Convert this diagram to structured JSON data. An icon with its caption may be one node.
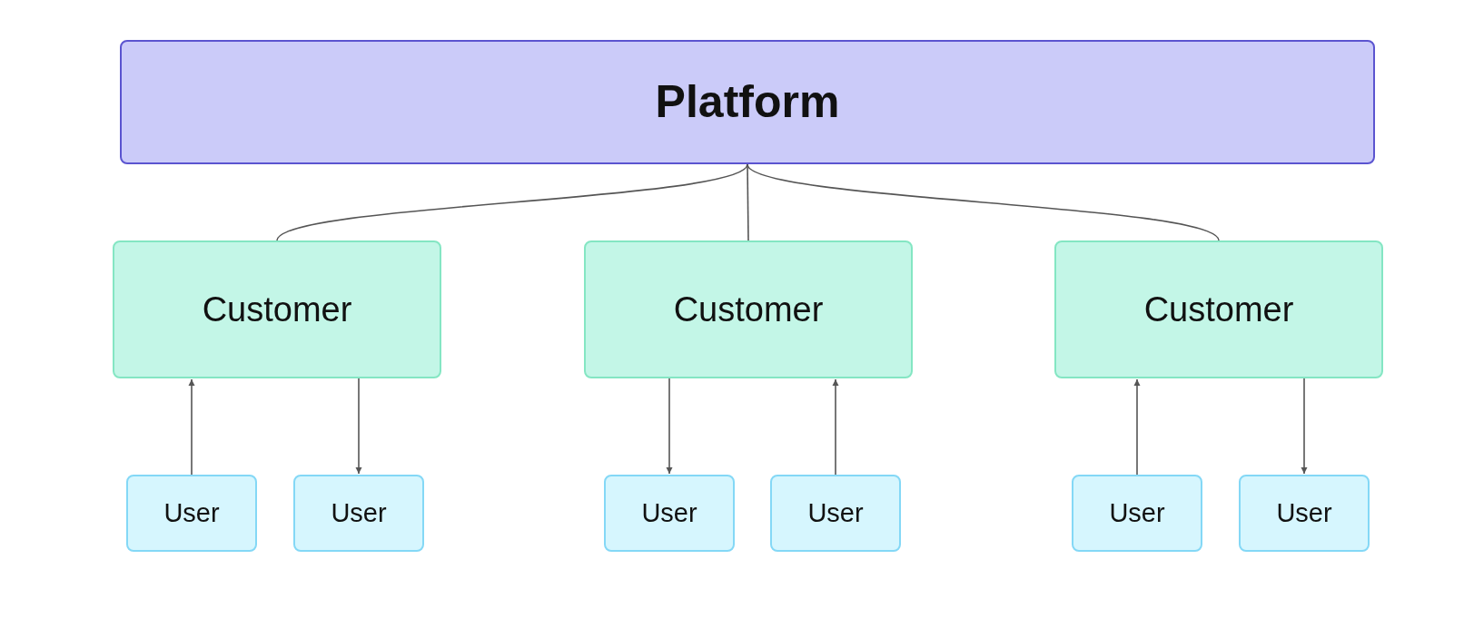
{
  "diagram": {
    "nodes": [
      {
        "text": [
          "Platform"
        ]
      },
      {
        "text": [
          "Customer"
        ]
      },
      {
        "text": [
          "Customer"
        ]
      },
      {
        "text": [
          "Customer"
        ]
      },
      {
        "text": [
          "User"
        ]
      },
      {
        "text": [
          "User"
        ]
      },
      {
        "text": [
          "User"
        ]
      },
      {
        "text": [
          "User"
        ]
      },
      {
        "text": [
          "User"
        ]
      },
      {
        "text": [
          "User"
        ]
      }
    ],
    "edges": [
      {
        "from": 0,
        "to": 1,
        "arrow": "none"
      },
      {
        "from": 0,
        "to": 2,
        "arrow": "none"
      },
      {
        "from": 0,
        "to": 3,
        "arrow": "none"
      },
      {
        "from": 4,
        "to": 1,
        "arrow": "to"
      },
      {
        "from": 1,
        "to": 5,
        "arrow": "to"
      },
      {
        "from": 2,
        "to": 6,
        "arrow": "to"
      },
      {
        "from": 7,
        "to": 2,
        "arrow": "to"
      },
      {
        "from": 8,
        "to": 3,
        "arrow": "to"
      },
      {
        "from": 3,
        "to": 9,
        "arrow": "to"
      }
    ]
  }
}
